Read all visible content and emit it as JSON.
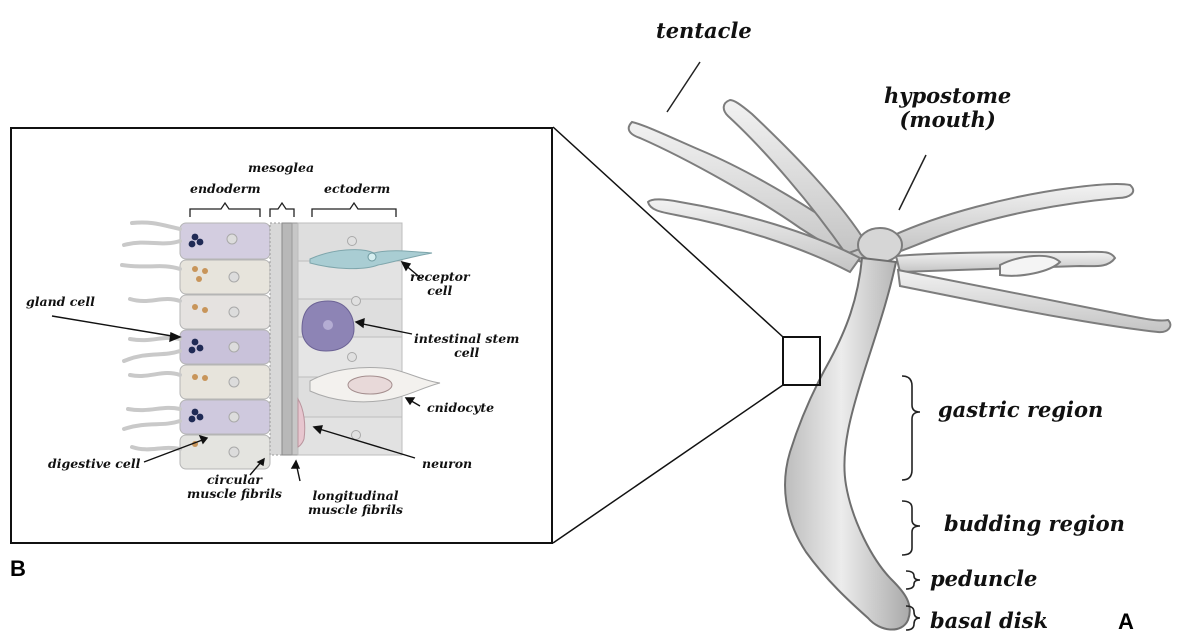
{
  "panel_a": {
    "letter": "A",
    "labels": {
      "tentacle": "tentacle",
      "hypostome_line1": "hypostome",
      "hypostome_line2": "(mouth)",
      "gastric_region": "gastric region",
      "budding_region": "budding region",
      "peduncle": "peduncle",
      "basal_disk": "basal disk"
    }
  },
  "panel_b": {
    "letter": "B",
    "labels": {
      "mesoglea": "mesoglea",
      "endoderm": "endoderm",
      "ectoderm": "ectoderm",
      "receptor_line1": "receptor",
      "receptor_line2": "cell",
      "gland_cell": "gland cell",
      "stem_line1": "intestinal stem",
      "stem_line2": "cell",
      "cnidocyte": "cnidocyte",
      "digestive_cell": "digestive cell",
      "neuron": "neuron",
      "circular_line1": "circular",
      "circular_line2": "muscle fibrils",
      "longitudinal_line1": "longitudinal",
      "longitudinal_line2": "muscle fibrils"
    }
  },
  "colors": {
    "body_fill": "#e6e6e6",
    "body_stroke": "#8a8a8a",
    "endoderm_cell": "#e2dde3",
    "gland_cell": "#b9b2cf",
    "stem_cell": "#8d84b5",
    "receptor_cell": "#a9cdd3",
    "ectoderm_cell": "#dcdcdc"
  }
}
